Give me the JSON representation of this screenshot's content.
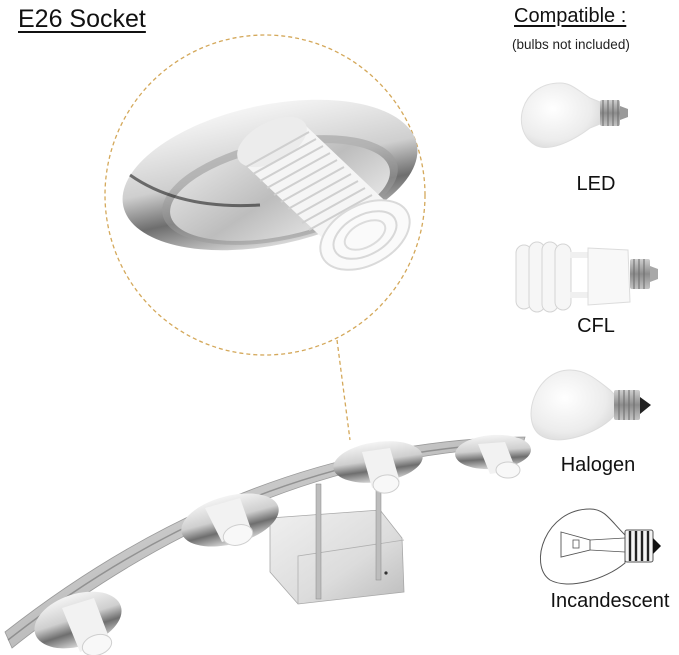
{
  "header": {
    "title": "E26 Socket"
  },
  "compatible": {
    "title": "Compatible :",
    "note": "(bulbs not included)",
    "bulbs": [
      {
        "label": "LED",
        "icon": "led-bulb-icon"
      },
      {
        "label": "CFL",
        "icon": "cfl-bulb-icon"
      },
      {
        "label": "Halogen",
        "icon": "halogen-bulb-icon"
      },
      {
        "label": "Incandescent",
        "icon": "incandescent-bulb-icon"
      }
    ]
  },
  "callout": {
    "subject": "socket-closeup",
    "dash_color": "#d4a85a"
  },
  "fixture": {
    "socket_count": 4,
    "finish": "chrome"
  }
}
